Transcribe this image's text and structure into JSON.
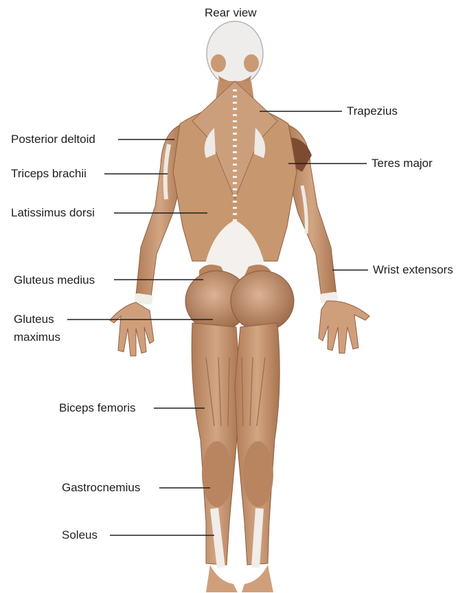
{
  "title": "Rear view",
  "labels": {
    "trapezius": "Trapezius",
    "posterior_deltoid": "Posterior deltoid",
    "teres_major": "Teres major",
    "triceps_brachii": "Triceps brachii",
    "latissimus_dorsi": "Latissimus dorsi",
    "wrist_extensors": "Wrist extensors",
    "gluteus_medius": "Gluteus medius",
    "gluteus_maximus_line1": "Gluteus",
    "gluteus_maximus_line2": "maximus",
    "biceps_femoris": "Biceps femoris",
    "gastrocnemius": "Gastrocnemius",
    "soleus": "Soleus"
  },
  "colors": {
    "muscle": "#c99a74",
    "muscle_dark": "#a8724e",
    "tendon": "#f4f1ee",
    "leader": "#1e1e1e"
  }
}
